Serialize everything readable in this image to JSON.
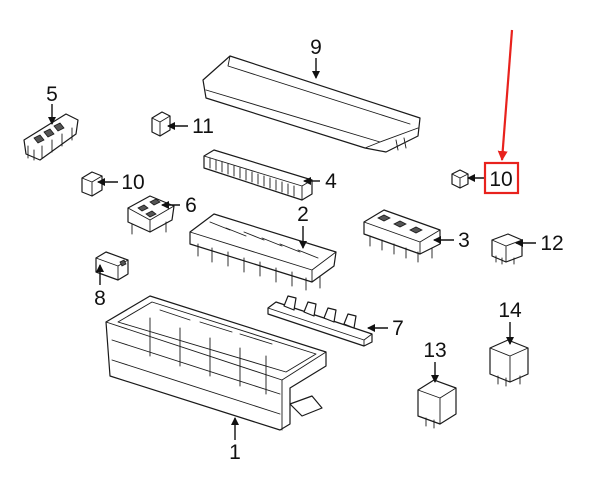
{
  "callouts": {
    "c1": "1",
    "c2": "2",
    "c3": "3",
    "c4": "4",
    "c5": "5",
    "c6": "6",
    "c7": "7",
    "c8": "8",
    "c9": "9",
    "c10a": "10",
    "c10b": "10",
    "c11": "11",
    "c12": "12",
    "c13": "13",
    "c14": "14"
  },
  "highlight": {
    "part": "10",
    "box_color": "#e8221d",
    "arrow_color": "#e8221d"
  },
  "colors": {
    "line": "#1a1a1a",
    "background": "#ffffff"
  }
}
